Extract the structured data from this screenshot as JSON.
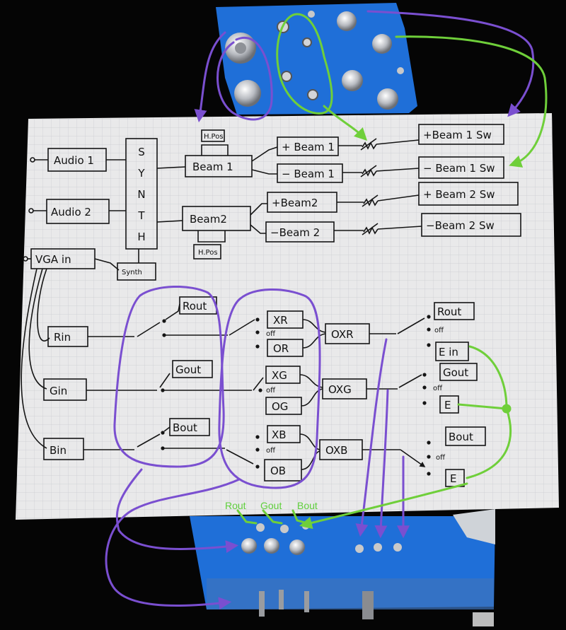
{
  "colors": {
    "paper": "#e9e9ea",
    "grid": "#c9cbd0",
    "panel_blue": "#1f6fd8",
    "purple": "#7a4fd0",
    "green": "#6fcf3a",
    "ink": "#151515"
  },
  "synth_letters": [
    "S",
    "Y",
    "N",
    "T",
    "H"
  ],
  "blocks": {
    "audio1": "Audio 1",
    "audio2": "Audio 2",
    "vga_in": "VGA in",
    "synth_small": "Synth",
    "beam1": "Beam 1",
    "beam2": "Beam2",
    "hpos_top": "H.Pos",
    "hpos_bottom": "H.Pos",
    "plus_beam1": "+ Beam 1",
    "minus_beam1": "− Beam 1",
    "plus_beam2": "+Beam2",
    "minus_beam2": "−Beam 2",
    "plus_beam1_sw": "+Beam 1 Sw",
    "minus_beam1_sw": "− Beam 1 Sw",
    "plus_beam2_sw": "+ Beam 2 Sw",
    "minus_beam2_sw": "−Beam 2 Sw",
    "rin": "Rin",
    "gin": "Gin",
    "bin": "Bin",
    "rout_a": "Rout",
    "gout_a": "Gout",
    "bout_a": "Bout",
    "xr": "XR",
    "or": "OR",
    "xg": "XG",
    "og": "OG",
    "xb": "XB",
    "ob": "OB",
    "off1": "off",
    "off2": "off",
    "off3": "off",
    "oxr": "OXR",
    "oxg": "OXG",
    "oxb": "OXB",
    "rout_b": "Rout",
    "gout_b": "Gout",
    "bout_b": "Bout",
    "off_r": "off",
    "off_g": "off",
    "off_b": "off",
    "ein": "E in",
    "e_g": "E",
    "e_b": "E"
  },
  "panel_labels": {
    "rout": "Rout",
    "gout": "Gout",
    "bout": "Bout"
  }
}
